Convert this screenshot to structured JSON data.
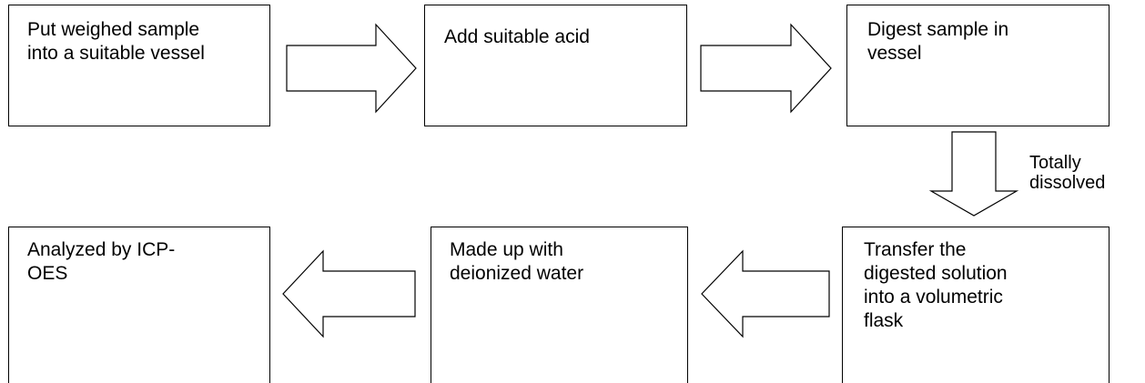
{
  "diagram": {
    "steps": [
      {
        "id": "put-sample",
        "text": "Put weighed sample\ninto a suitable vessel"
      },
      {
        "id": "add-acid",
        "text": "Add suitable acid"
      },
      {
        "id": "digest",
        "text": "Digest sample in\nvessel"
      },
      {
        "id": "analyze",
        "text": "Analyzed by ICP-\nOES"
      },
      {
        "id": "make-up",
        "text": "Made up with\ndeionized water"
      },
      {
        "id": "transfer",
        "text": "Transfer the\ndigested solution\ninto a volumetric\nflask"
      }
    ],
    "edges": [
      {
        "from": "put-sample",
        "to": "add-acid",
        "label": ""
      },
      {
        "from": "add-acid",
        "to": "digest",
        "label": ""
      },
      {
        "from": "digest",
        "to": "transfer",
        "label": "Totally\ndissolved"
      },
      {
        "from": "transfer",
        "to": "make-up",
        "label": ""
      },
      {
        "from": "make-up",
        "to": "analyze",
        "label": ""
      }
    ],
    "colors": {
      "stroke": "#000000",
      "fill": "#ffffff",
      "text": "#000000"
    }
  }
}
